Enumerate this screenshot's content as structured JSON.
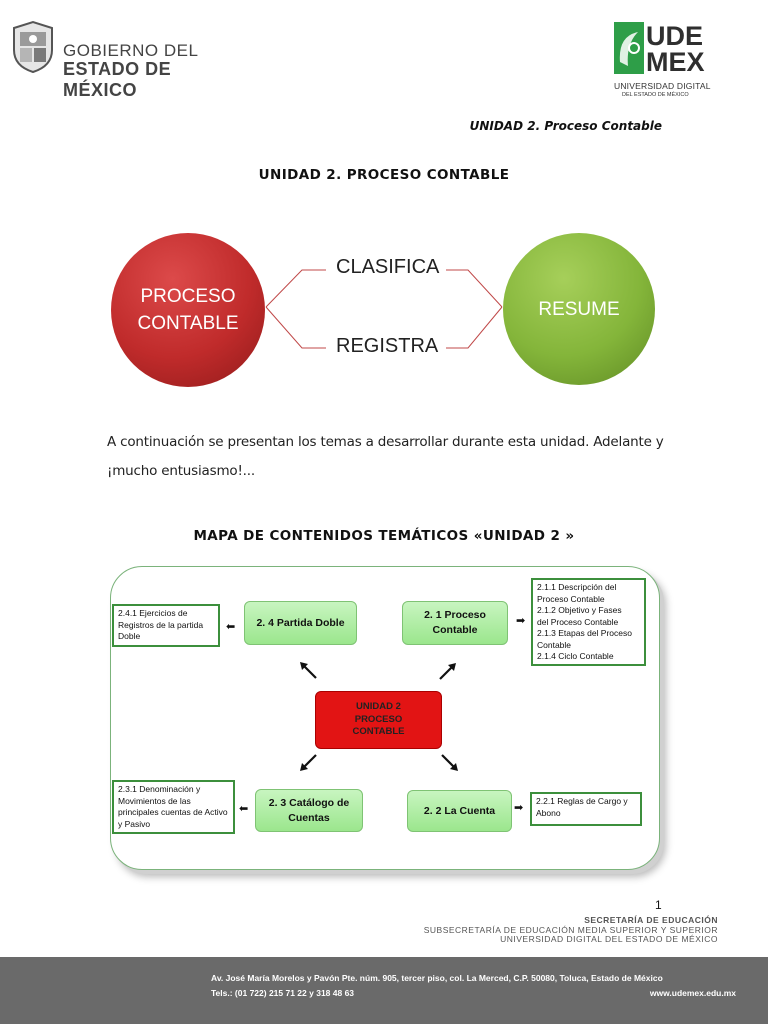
{
  "header": {
    "gov_line1": "GOBIERNO DEL",
    "gov_line2": "ESTADO DE MÉXICO",
    "udemex_line1": "UDE",
    "udemex_line2": "MEX",
    "udemex_sub1": "UNIVERSIDAD DIGITAL",
    "udemex_sub2": "DEL ESTADO DE MÉXICO",
    "running_head": "UNIDAD 2. Proceso Contable"
  },
  "title": "UNIDAD 2. PROCESO CONTABLE",
  "diagram": {
    "left_circle": "PROCESO CONTABLE",
    "right_circle": "RESUME",
    "word_top": "CLASIFICA",
    "word_bottom": "REGISTRA",
    "colors": {
      "left": "#c02b2b",
      "right": "#84b53a"
    }
  },
  "intro": "A continuación se presentan los temas a desarrollar durante esta unidad. Adelante y ¡mucho entusiasmo!...",
  "map": {
    "title": "MAPA DE CONTENIDOS TEMÁTICOS «UNIDAD 2 »",
    "center": [
      "UNIDAD 2",
      "PROCESO",
      "CONTABLE"
    ],
    "topics": {
      "t21": "2. 1 Proceso Contable",
      "t22": "2. 2  La Cuenta",
      "t23": "2. 3  Catálogo de Cuentas",
      "t24": "2. 4  Partida Doble"
    },
    "subs": {
      "s21": [
        "2.1.1 Descripción del",
        "Proceso Contable",
        "2.1.2 Objetivo  y  Fases",
        "del Proceso Contable",
        "2.1.3 Etapas del Proceso",
        "Contable",
        "2.1.4 Ciclo Contable"
      ],
      "s22": [
        "2.2.1 Reglas de Cargo y",
        "Abono"
      ],
      "s23": [
        "2.3.1 Denominación y",
        "Movimientos de las",
        "principales cuentas de Activo",
        "y Pasivo"
      ],
      "s24": [
        "2.4.1  Ejercicios de",
        "Registros de la partida",
        "Doble"
      ]
    }
  },
  "page_number": "1",
  "secretaria": {
    "line1": "SECRETARÍA DE EDUCACIÓN",
    "line2": "SUBSECRETARÍA DE EDUCACIÓN MEDIA SUPERIOR Y SUPERIOR",
    "line3": "UNIVERSIDAD DIGITAL DEL ESTADO DE MÉXICO"
  },
  "footer": {
    "address": "Av. José María Morelos y Pavón Pte. núm. 905, tercer piso, col. La Merced, C.P. 50080, Toluca, Estado de México",
    "phone": "Tels.: (01 722) 215 71 22 y 318 48 63",
    "web": "www.udemex.edu.mx"
  }
}
